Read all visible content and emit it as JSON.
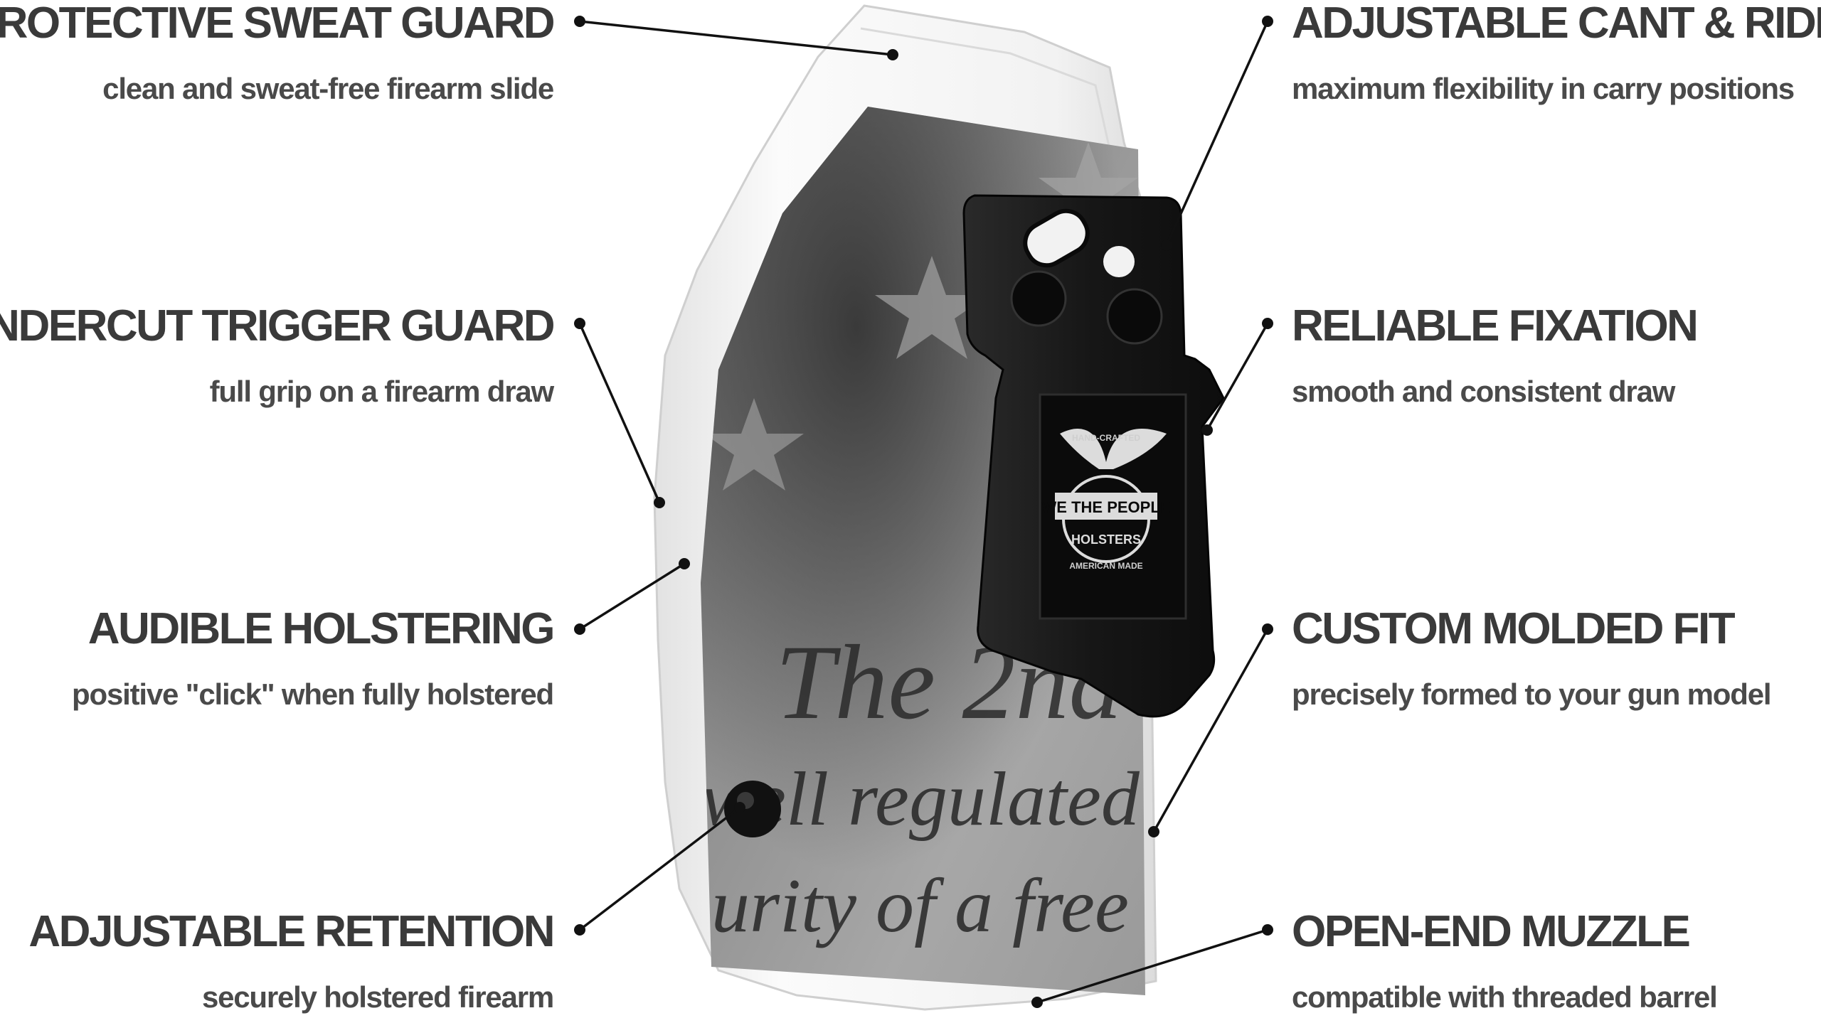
{
  "features": [
    {
      "id": "sweat-guard",
      "title": "PROTECTIVE SWEAT GUARD",
      "description": "clean and sweat-free firearm slide"
    },
    {
      "id": "trigger-guard",
      "title": "UNDERCUT TRIGGER GUARD",
      "description": "full grip on a firearm draw"
    },
    {
      "id": "holstering",
      "title": "AUDIBLE HOLSTERING",
      "description": "positive \"click\" when fully holstered"
    },
    {
      "id": "retention",
      "title": "ADJUSTABLE RETENTION",
      "description": "securely holstered firearm"
    },
    {
      "id": "cant-ride",
      "title": "ADJUSTABLE CANT & RIDE",
      "description": "maximum flexibility in carry positions"
    },
    {
      "id": "fixation",
      "title": "RELIABLE FIXATION",
      "description": "smooth and consistent draw"
    },
    {
      "id": "molded-fit",
      "title": "CUSTOM MOLDED FIT",
      "description": "precisely formed to your gun model"
    },
    {
      "id": "muzzle",
      "title": "OPEN-END MUZZLE",
      "description": "compatible with threaded barrel"
    }
  ],
  "holster": {
    "print_text": {
      "line1": "The 2nd",
      "line2": "well regulated Mil",
      "line3": "urity of a free Sta"
    },
    "logo": {
      "top": "HAND-CRAFTED",
      "name": "WE THE PEOPLE",
      "sub": "HOLSTERS",
      "bottom": "AMERICAN MADE"
    }
  },
  "colors": {
    "text_title": "#3a3a3a",
    "text_desc": "#4a4a4a",
    "leader": "#111111",
    "shell": "#f4f4f4",
    "clip": "#1a1a1a"
  }
}
